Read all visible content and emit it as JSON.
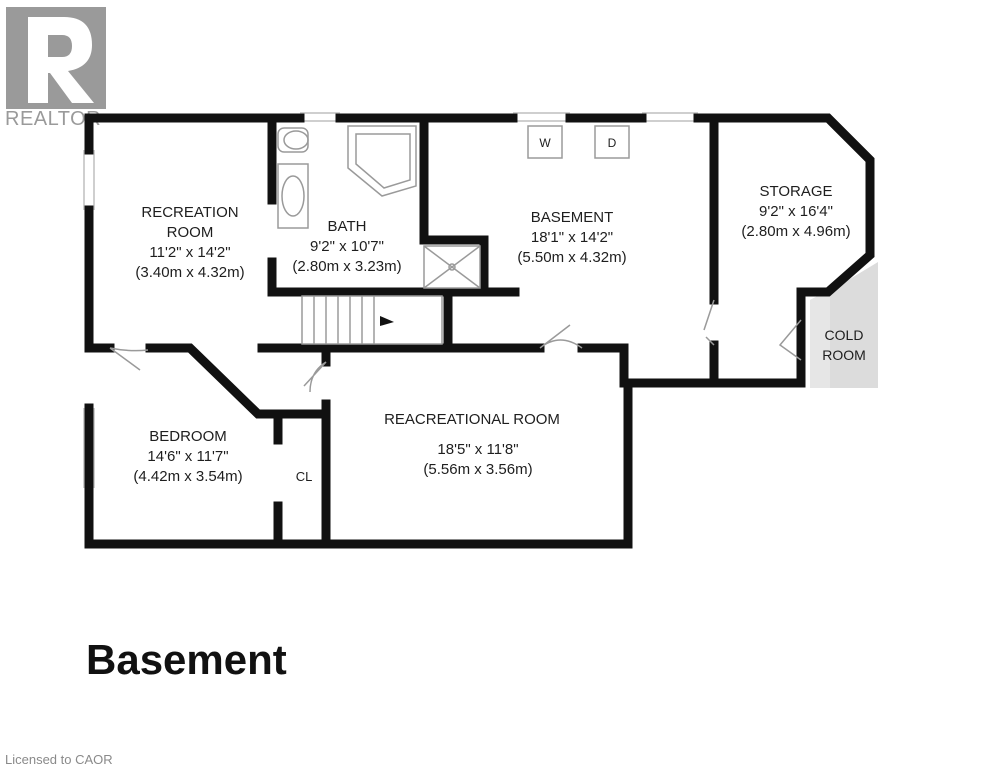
{
  "branding": {
    "logo_text": "REALTOR",
    "logo_mark": "R"
  },
  "floor_title": "Basement",
  "license": "Licensed to CAOR",
  "rooms": {
    "recreation": {
      "name1": "RECREATION",
      "name2": "ROOM",
      "imperial": "11'2\" x 14'2\"",
      "metric": "(3.40m x 4.32m)"
    },
    "bath": {
      "name": "BATH",
      "imperial": "9'2\" x 10'7\"",
      "metric": "(2.80m x 3.23m)"
    },
    "basement": {
      "name": "BASEMENT",
      "imperial": "18'1\" x 14'2\"",
      "metric": "(5.50m x 4.32m)"
    },
    "storage": {
      "name": "STORAGE",
      "imperial": "9'2\" x 16'4\"",
      "metric": "(2.80m x 4.96m)"
    },
    "cold": {
      "name1": "COLD",
      "name2": "ROOM"
    },
    "bedroom": {
      "name": "BEDROOM",
      "imperial": "14'6\" x 11'7\"",
      "metric": "(4.42m x 3.54m)"
    },
    "closet": {
      "name": "CL"
    },
    "reacreational": {
      "name": "REACREATIONAL ROOM",
      "imperial": "18'5\" x 11'8\"",
      "metric": "(5.56m x 3.56m)"
    }
  },
  "appliances": {
    "washer": "W",
    "dryer": "D"
  }
}
